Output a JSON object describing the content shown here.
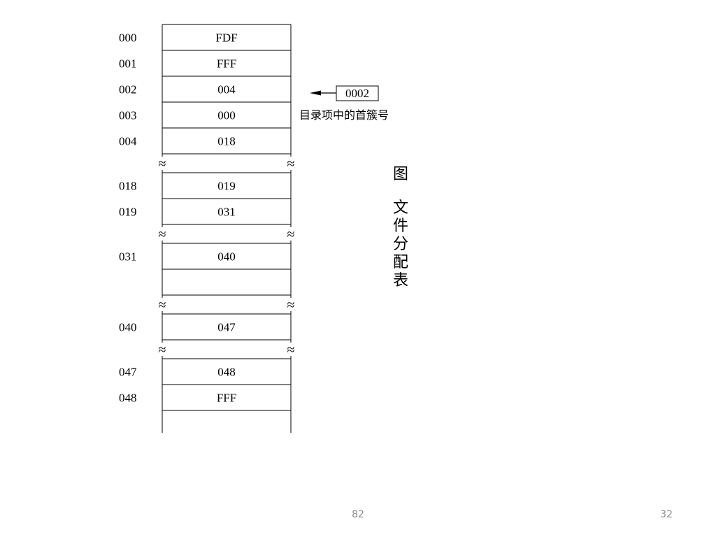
{
  "fat_rows": [
    {
      "kind": "entry",
      "address": "000",
      "value": "FDF"
    },
    {
      "kind": "entry",
      "address": "001",
      "value": "FFF"
    },
    {
      "kind": "entry",
      "address": "002",
      "value": "004"
    },
    {
      "kind": "entry",
      "address": "003",
      "value": "000"
    },
    {
      "kind": "entry",
      "address": "004",
      "value": "018"
    },
    {
      "kind": "gap"
    },
    {
      "kind": "entry",
      "address": "018",
      "value": "019"
    },
    {
      "kind": "entry",
      "address": "019",
      "value": "031"
    },
    {
      "kind": "gap"
    },
    {
      "kind": "entry",
      "address": "031",
      "value": "040"
    },
    {
      "kind": "entry",
      "address": "",
      "value": ""
    },
    {
      "kind": "gap"
    },
    {
      "kind": "entry",
      "address": "040",
      "value": "047"
    },
    {
      "kind": "gap"
    },
    {
      "kind": "entry",
      "address": "047",
      "value": "048"
    },
    {
      "kind": "entry",
      "address": "048",
      "value": "FFF"
    },
    {
      "kind": "tail"
    }
  ],
  "break_symbol": "≈",
  "pointer": {
    "box_value": "0002",
    "caption": "目录项中的首簇号",
    "target_address": "002"
  },
  "figure_caption": "图 文件分配表",
  "footer": {
    "left_number": "82",
    "page_number": "32"
  }
}
